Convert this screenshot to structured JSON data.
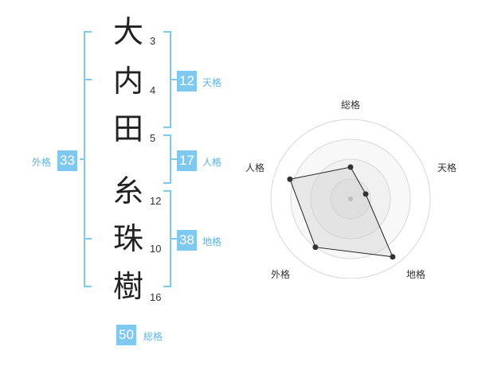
{
  "name_chars": [
    {
      "char": "大",
      "strokes": "3"
    },
    {
      "char": "内",
      "strokes": "4"
    },
    {
      "char": "田",
      "strokes": "5"
    },
    {
      "char": "糸",
      "strokes": "12"
    },
    {
      "char": "珠",
      "strokes": "10"
    },
    {
      "char": "樹",
      "strokes": "16"
    }
  ],
  "fortunes": {
    "tenkaku": {
      "value": "12",
      "label": "天格"
    },
    "jinkaku": {
      "value": "17",
      "label": "人格"
    },
    "chikaku": {
      "value": "38",
      "label": "地格"
    },
    "gaikaku": {
      "value": "33",
      "label": "外格"
    },
    "soukaku": {
      "value": "50",
      "label": "総格"
    }
  },
  "colors": {
    "accent": "#7fc8f0",
    "label": "#5bb5e4",
    "bracket": "#7fc8f0"
  },
  "chart_data": {
    "type": "radar",
    "axes": [
      "総格",
      "天格",
      "地格",
      "外格",
      "人格"
    ],
    "values": [
      0.4,
      0.2,
      0.9,
      0.75,
      0.8
    ],
    "max": 1,
    "rings": 4
  }
}
